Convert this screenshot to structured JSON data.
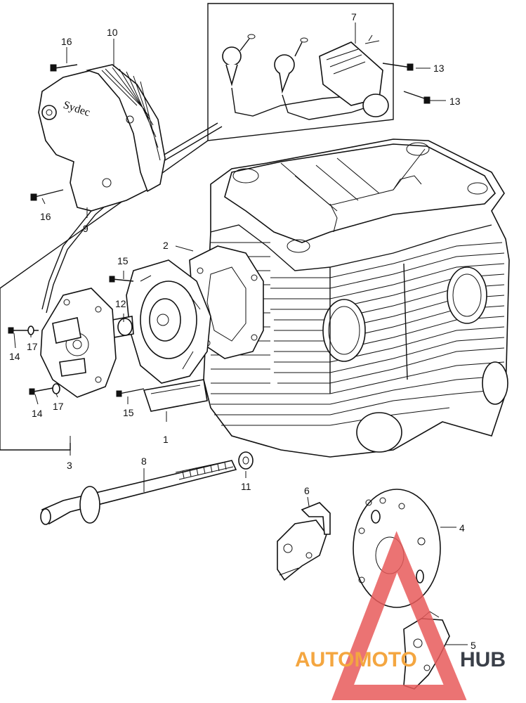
{
  "diagram": {
    "callouts": [
      {
        "id": "c1",
        "label": "1"
      },
      {
        "id": "c2",
        "label": "2"
      },
      {
        "id": "c3",
        "label": "3"
      },
      {
        "id": "c4",
        "label": "4"
      },
      {
        "id": "c5",
        "label": "5"
      },
      {
        "id": "c6",
        "label": "6"
      },
      {
        "id": "c7",
        "label": "7"
      },
      {
        "id": "c8",
        "label": "8"
      },
      {
        "id": "c9",
        "label": "9"
      },
      {
        "id": "c10",
        "label": "10"
      },
      {
        "id": "c11",
        "label": "11"
      },
      {
        "id": "c12",
        "label": "12"
      },
      {
        "id": "c13a",
        "label": "13"
      },
      {
        "id": "c13b",
        "label": "13"
      },
      {
        "id": "c14a",
        "label": "14"
      },
      {
        "id": "c14b",
        "label": "14"
      },
      {
        "id": "c15a",
        "label": "15"
      },
      {
        "id": "c15b",
        "label": "15"
      },
      {
        "id": "c16a",
        "label": "16"
      },
      {
        "id": "c16b",
        "label": "16"
      },
      {
        "id": "c17a",
        "label": "17"
      },
      {
        "id": "c17b",
        "label": "17"
      }
    ],
    "cover_marking": "Sydec"
  },
  "watermark": {
    "text_part1": "AUTOMOTO",
    "text_part2": "HUB",
    "color_triangle": "#e85a5a",
    "color_part1": "#f4a640",
    "color_part2": "#3a3f48"
  }
}
